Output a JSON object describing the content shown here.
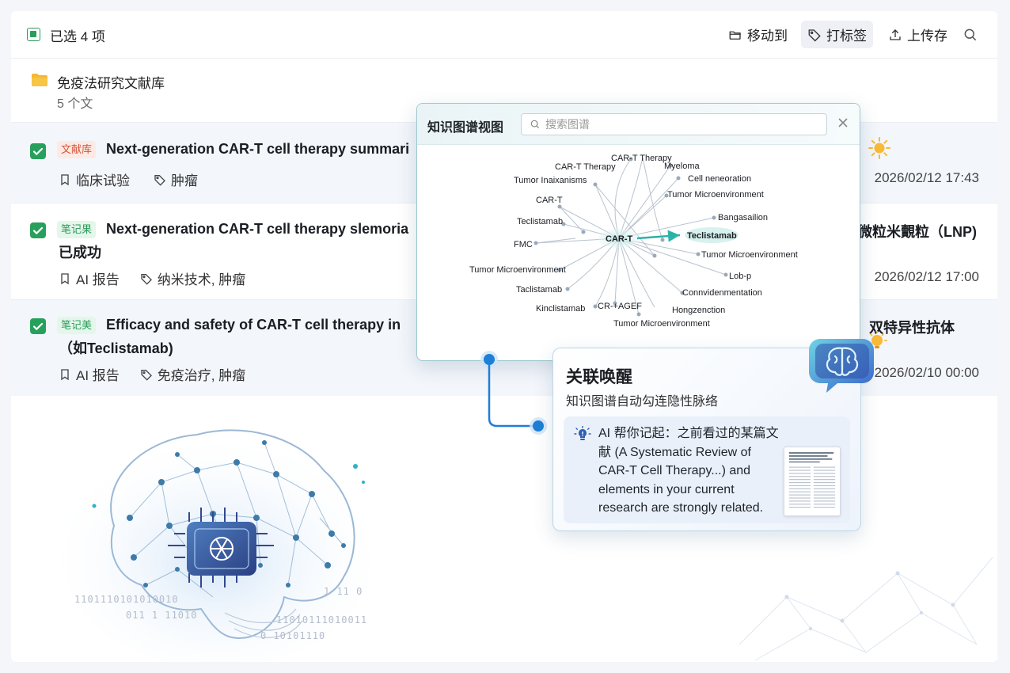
{
  "toolbar": {
    "selection_text": "已选 4 项",
    "move_label": "移动到",
    "tag_label": "打标签",
    "upload_label": "上传存"
  },
  "folder": {
    "name": "免疫法研究文献库",
    "count": "5 个文"
  },
  "rows": [
    {
      "badge": "文献库",
      "title": "Next-generation CAR-T cell therapy summari",
      "title_right": "",
      "title_line2": "",
      "meta1": "临床试验",
      "meta2": "肿瘤",
      "time": "2026/02/12 17:43"
    },
    {
      "badge": "笔记果",
      "title": "Next-generation CAR-T cell therapy slemoria",
      "title_right": "微粒米覿粒（LNP)",
      "title_line2": "已成功",
      "meta1": "AI 报告",
      "meta2": "纳米技术, 肿瘤",
      "time": "2026/02/12 17:00"
    },
    {
      "badge": "笔记美",
      "title": "Efficacy and safety of CAR-T cell therapy in",
      "title_right": "）双特异性抗体",
      "title_line2": "（如Teclistamab)",
      "meta1": "AI 报告",
      "meta2": "免疫治疗, 肿瘤",
      "time": "2026/02/10 00:00"
    }
  ],
  "knowledge_graph": {
    "title": "知识图谱视图",
    "search_placeholder": "搜索图谱",
    "center": "CAR-T",
    "highlight": "Teclistamab",
    "nodes": [
      "CAR-T Therapy",
      "CAR-T Therapy",
      "Myeloma",
      "Tumor Inaixanisms",
      "Cell neneoration",
      "Tumor Microenvironment",
      "CAR-T",
      "Bangasailion",
      "Teclistamab",
      "FMC",
      "Tumor Microenvironment",
      "Tumor Microenvironment",
      "Lob-p",
      "Taclistamab",
      "Connvidenmentation",
      "Kinclistamab",
      "CR-+AGEF",
      "Hongzenction",
      "Tumor Microenvironment"
    ]
  },
  "insight": {
    "title": "关联唤醒",
    "subtitle": "知识图谱自动勾连隐性脉络",
    "text": "AI 帮你记起：之前看过的某篇文献 (A Systematic Review of CAR-T Cell Therapy...) and elements in your current research are strongly related."
  },
  "decoration": {
    "bits": [
      "1101110101010010",
      "011 1 11010",
      "1 11 0",
      "11010111010011",
      "0 10101110"
    ]
  },
  "colors": {
    "accent_green": "#27a05c",
    "folder_yellow": "#f5b82e",
    "graph_highlight": "#2bb3a8",
    "connector_blue": "#1e7fd6"
  }
}
